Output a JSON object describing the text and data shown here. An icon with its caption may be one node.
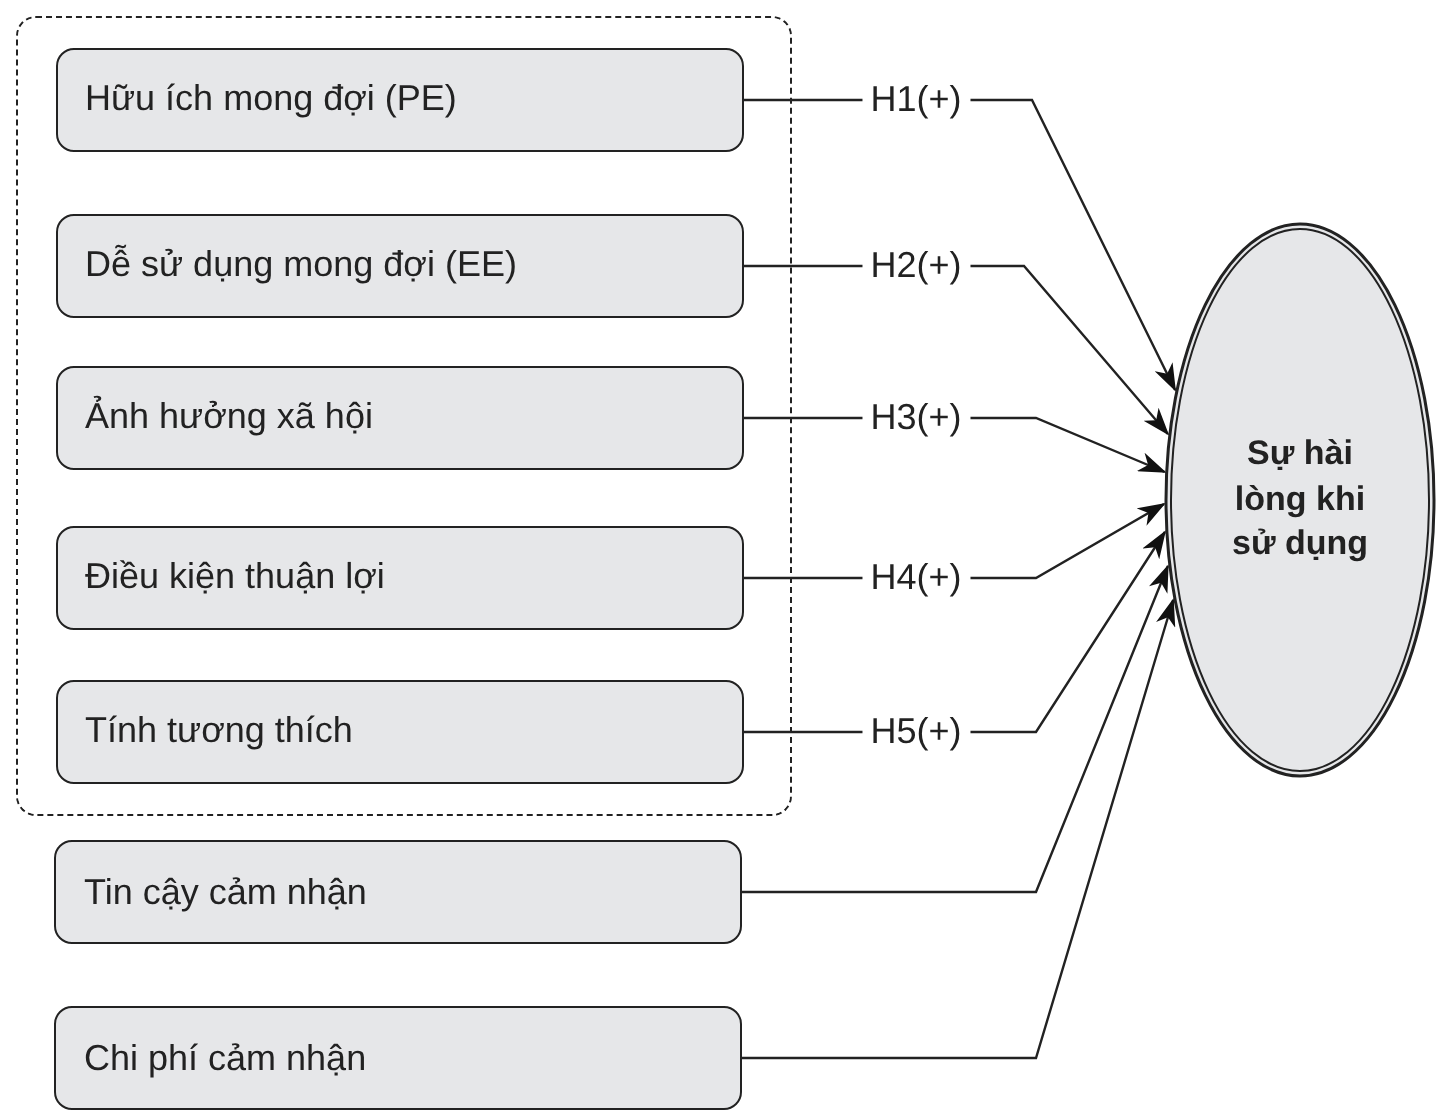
{
  "diagram": {
    "nodes": [
      {
        "text": [],
        "shape": "box"
      },
      {
        "text": [
          "Hữu ích mong đợi (PE)"
        ],
        "in": 0
      },
      {
        "text": [
          "Dễ sử dụng mong đợi (EE)"
        ],
        "in": 0
      },
      {
        "text": [
          "Ảnh hưởng xã hội"
        ],
        "in": 0
      },
      {
        "text": [
          "Điều kiện thuận lợi"
        ],
        "in": 0
      },
      {
        "text": [
          "Tính tương thích"
        ],
        "in": 0
      },
      {
        "text": [
          "Tin cậy cảm nhận"
        ]
      },
      {
        "text": [
          "Chi phí cảm nhận"
        ]
      },
      {
        "text": [
          "Sự hài lòng khi sử dụng"
        ]
      }
    ],
    "edges": [
      {
        "from": 1,
        "to": 8,
        "arrow": "to",
        "label": "H1(+)"
      },
      {
        "from": 2,
        "to": 8,
        "arrow": "to",
        "label": "H2(+)"
      },
      {
        "from": 3,
        "to": 8,
        "arrow": "to",
        "label": "H3(+)"
      },
      {
        "from": 4,
        "to": 8,
        "arrow": "to",
        "label": "H4(+)"
      },
      {
        "from": 5,
        "to": 8,
        "arrow": "to",
        "label": "H5(+)"
      },
      {
        "from": 6,
        "to": 8,
        "arrow": "to"
      },
      {
        "from": 7,
        "to": 8,
        "arrow": "to"
      }
    ]
  }
}
